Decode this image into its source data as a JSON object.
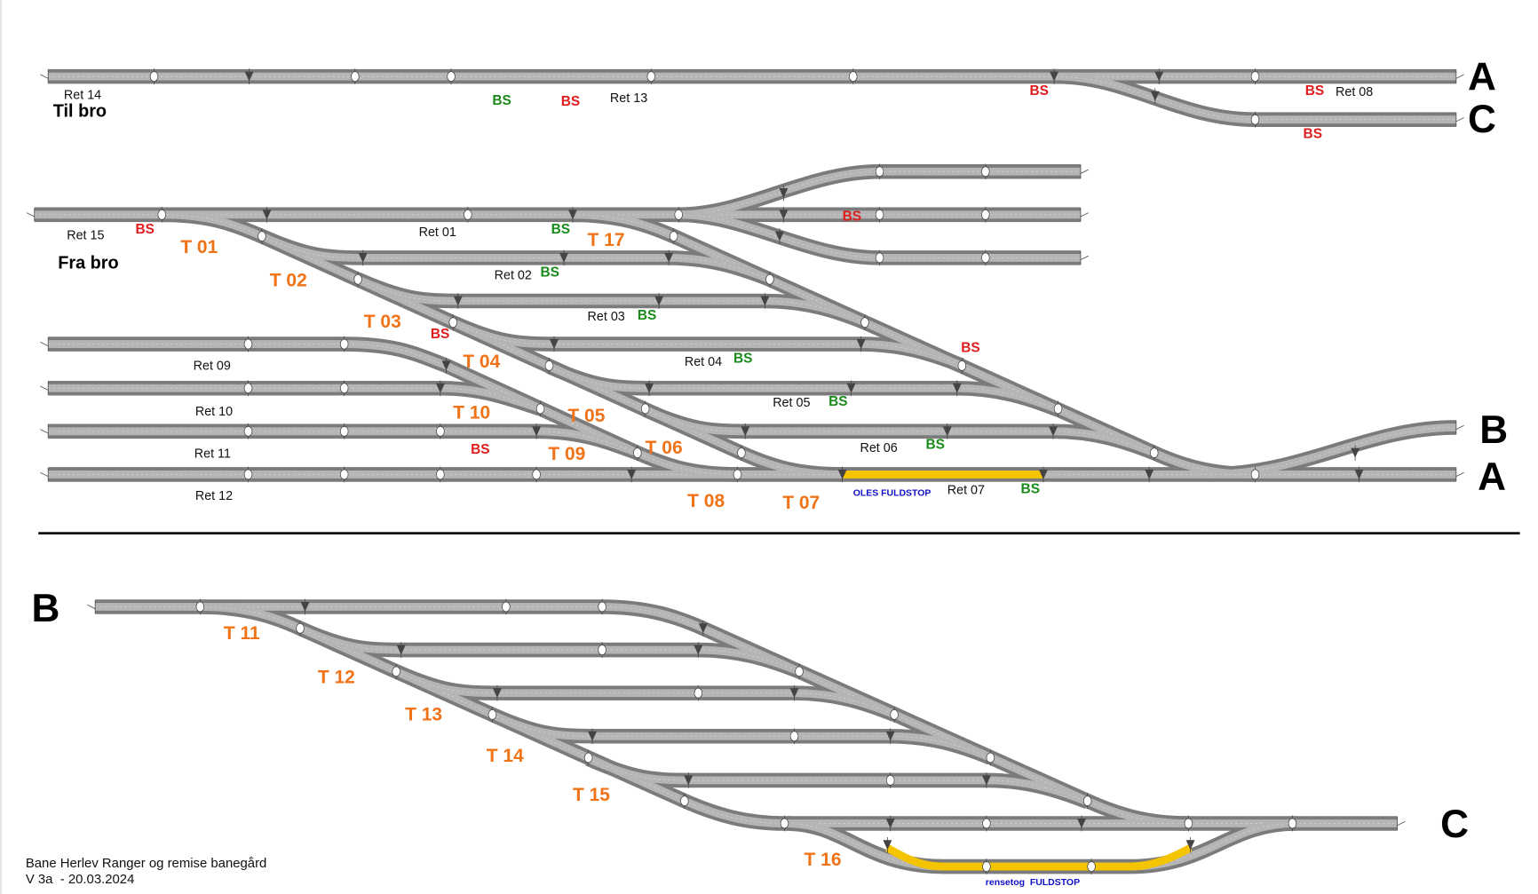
{
  "top": {
    "ret14": "Ret 14",
    "til_bro": "Til bro",
    "bs_green": "BS",
    "bs_red_1": "BS",
    "ret13": "Ret 13",
    "bs_red_2": "BS",
    "bs_red_3": "BS",
    "ret08": "Ret 08",
    "bs_red_4": "BS",
    "end_a": "A",
    "end_c": "C"
  },
  "middle": {
    "ret15": "Ret 15",
    "bs_ret15": "BS",
    "fra_bro": "Fra bro",
    "t01": "T 01",
    "ret01": "Ret 01",
    "bs_ret01": "BS",
    "t17": "T 17",
    "bs_upper": "BS",
    "t02": "T 02",
    "ret02": "Ret 02",
    "bs_ret02": "BS",
    "t03": "T 03",
    "ret03": "Ret 03",
    "bs_ret03": "BS",
    "bs_t03": "BS",
    "t04": "T 04",
    "ret04": "Ret 04",
    "bs_ret04": "BS",
    "bs_diag": "BS",
    "ret09": "Ret 09",
    "ret05": "Ret 05",
    "bs_ret05": "BS",
    "ret10": "Ret 10",
    "t10": "T 10",
    "t05": "T 05",
    "ret11": "Ret 11",
    "bs_ret11": "BS",
    "t09": "T 09",
    "t06": "T 06",
    "ret06": "Ret 06",
    "bs_ret06": "BS",
    "end_b": "B",
    "ret12": "Ret 12",
    "t08": "T 08",
    "t07": "T 07",
    "oles_fuldstop": "OLES FULDSTOP",
    "ret07": "Ret 07",
    "bs_ret07": "BS",
    "end_a": "A"
  },
  "bottom": {
    "start_b": "B",
    "t11": "T 11",
    "t12": "T 12",
    "t13": "T 13",
    "t14": "T 14",
    "t15": "T 15",
    "t16": "T 16",
    "end_c": "C",
    "rensetog_fuldstop": "rensetog  FULDSTOP"
  },
  "footer": {
    "title": "Bane Herlev Ranger og remise banegård",
    "version": "V 3a  - 20.03.2024"
  },
  "colors": {
    "rail_outer": "#7b7b7b",
    "rail_inner": "#b5b5b5",
    "fuldstop": "#f5c400",
    "turnout_label": "#f07318",
    "bs_red": "#e01b1b",
    "bs_green": "#1a8a1a",
    "stop_text": "#1010c8"
  }
}
